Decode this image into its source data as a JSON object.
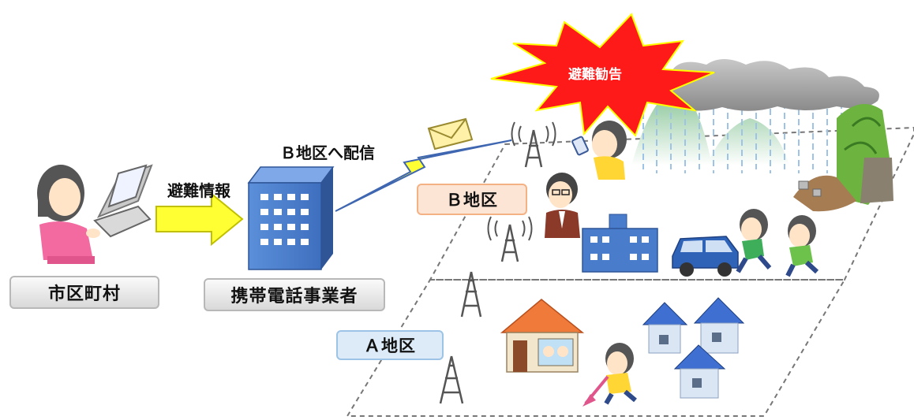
{
  "labels": {
    "municipality": "市区町村",
    "carrier": "携帯電話事業者",
    "evac_info": "避難情報",
    "deliver_to_b": "Ｂ地区へ配信",
    "district_b": "Ｂ地区",
    "district_a": "Ａ地区",
    "evac_advisory": "避難勧告"
  },
  "colors": {
    "district_b_fill": "#fde5d6",
    "district_b_border": "#f4b183",
    "district_a_fill": "#dcebf7",
    "district_a_border": "#9dc3e6",
    "burst_red": "#ff0000",
    "arrow_yellow": "#ffff33",
    "building_blue": "#4a7ccc"
  },
  "icons": [
    "person-at-laptop-icon",
    "office-building-icon",
    "envelope-icon",
    "lightning-signal-icon",
    "cell-tower-icon",
    "storm-cloud-icon",
    "mountain-icon",
    "landslide-icon",
    "house-icon",
    "car-icon",
    "school-building-icon"
  ]
}
